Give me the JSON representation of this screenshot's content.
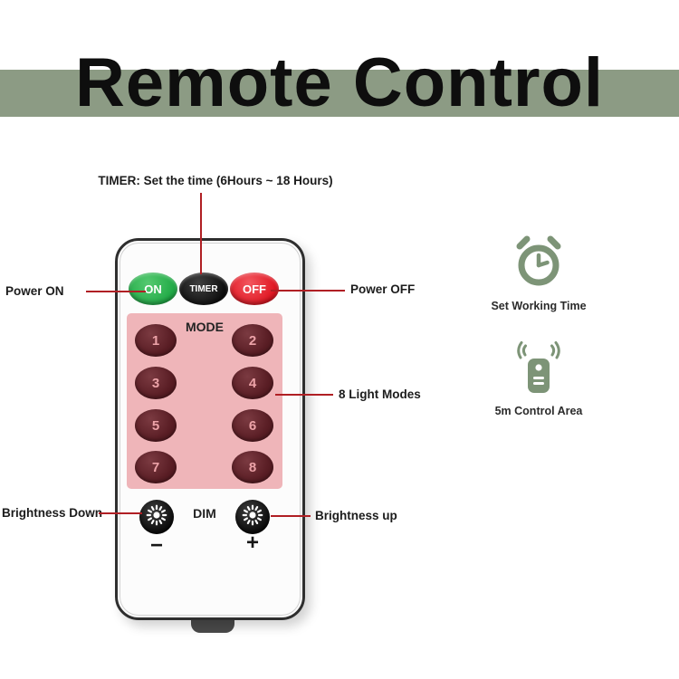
{
  "title": "Remote Control",
  "callouts": {
    "timer_note": "TIMER: Set the time (6Hours ~ 18 Hours)",
    "power_on": "Power ON",
    "power_off": "Power OFF",
    "light_modes": "8 Light Modes",
    "brightness_down": "Brightness Down",
    "brightness_up": "Brightness up"
  },
  "remote": {
    "on_label": "ON",
    "timer_label": "TIMER",
    "off_label": "OFF",
    "mode_label": "MODE",
    "mode_buttons": [
      "1",
      "2",
      "3",
      "4",
      "5",
      "6",
      "7",
      "8"
    ],
    "dim_label": "DIM",
    "minus_label": "−",
    "plus_label": "+"
  },
  "features": [
    {
      "icon": "alarm-clock-icon",
      "label": "Set Working Time"
    },
    {
      "icon": "remote-signal-icon",
      "label": "5m Control Area"
    }
  ],
  "icons": {
    "brightness_buttons": "sun-icon"
  },
  "colors": {
    "band_green": "#8c9b84",
    "feature_icon_green": "#7d9477",
    "callout_line_red": "#b01f24",
    "mode_panel_pink": "#efb5b9",
    "mode_button_maroon": "#5a1e25",
    "on_button_green": "#22ab47",
    "off_button_red": "#e01622",
    "timer_button_black": "#141414"
  }
}
